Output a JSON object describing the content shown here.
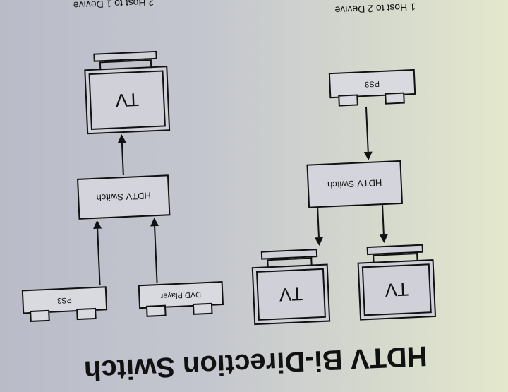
{
  "title": "HDTV Bi-Direction Switch",
  "diagrams": [
    {
      "caption": "2 Host to 1 Devive",
      "sources": [
        {
          "label": "PS3"
        },
        {
          "label": "DVD Player"
        }
      ],
      "switch_label": "HDTV Switch",
      "outputs": [
        {
          "label": "TV"
        }
      ]
    },
    {
      "caption": "1 Host to 2 Devive",
      "sources": [
        {
          "label": "PS3"
        }
      ],
      "switch_label": "HDTV Switch",
      "outputs": [
        {
          "label": "TV"
        },
        {
          "label": "TV"
        }
      ]
    }
  ]
}
